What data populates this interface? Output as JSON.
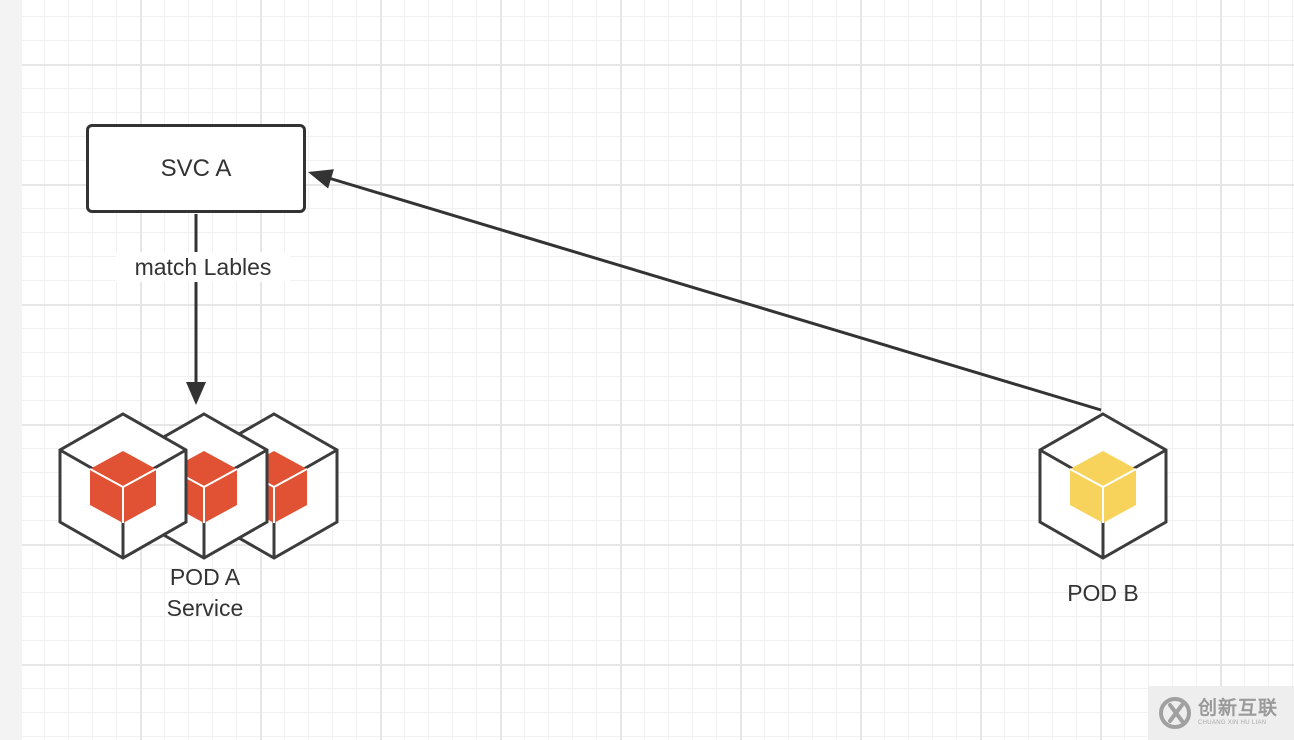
{
  "nodes": {
    "svc_a": {
      "label": "SVC A"
    },
    "pod_a": {
      "label_line1": "POD A",
      "label_line2": "Service",
      "icon": "cube-icon",
      "cube_color": "#e05233"
    },
    "pod_b": {
      "label": "POD B",
      "icon": "cube-icon",
      "cube_color": "#f7d35c"
    }
  },
  "edges": {
    "svc_to_pod_a": {
      "label": "match Lables"
    },
    "pod_b_to_svc": {
      "label": ""
    }
  },
  "watermark": {
    "text": "创新互联",
    "subtext": "CHUANG XIN HU LIAN",
    "icon": "logo-icon"
  }
}
